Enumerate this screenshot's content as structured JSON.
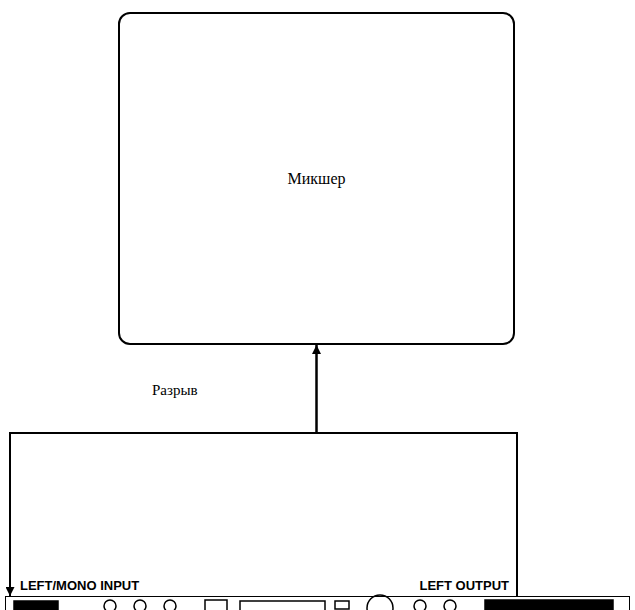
{
  "diagram": {
    "nodes": [
      {
        "text": [
          "Микшер"
        ]
      },
      {
        "text": [
          "LEFT/MONO INPUT",
          "LEFT OUTPUT"
        ]
      }
    ],
    "edges": [
      {
        "from": 0,
        "to": 1,
        "arrow": "to",
        "label": "Разрыв"
      },
      {
        "from": 1,
        "to": 0,
        "arrow": "to"
      }
    ]
  }
}
